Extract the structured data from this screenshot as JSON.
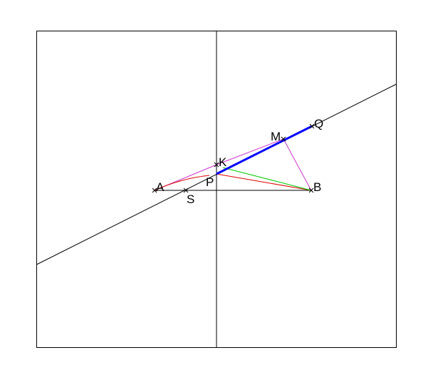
{
  "figure": {
    "labels": {
      "A": "A",
      "B": "B",
      "S": "S",
      "P": "P",
      "K": "K",
      "M": "M",
      "Q": "Q"
    },
    "colors": {
      "frame": "#000000",
      "axes": "#000000",
      "line": "#000000",
      "segment_pq": "#0000ff",
      "magenta": "#cc33cc",
      "red": "#dd0000",
      "green": "#00cc00"
    }
  }
}
